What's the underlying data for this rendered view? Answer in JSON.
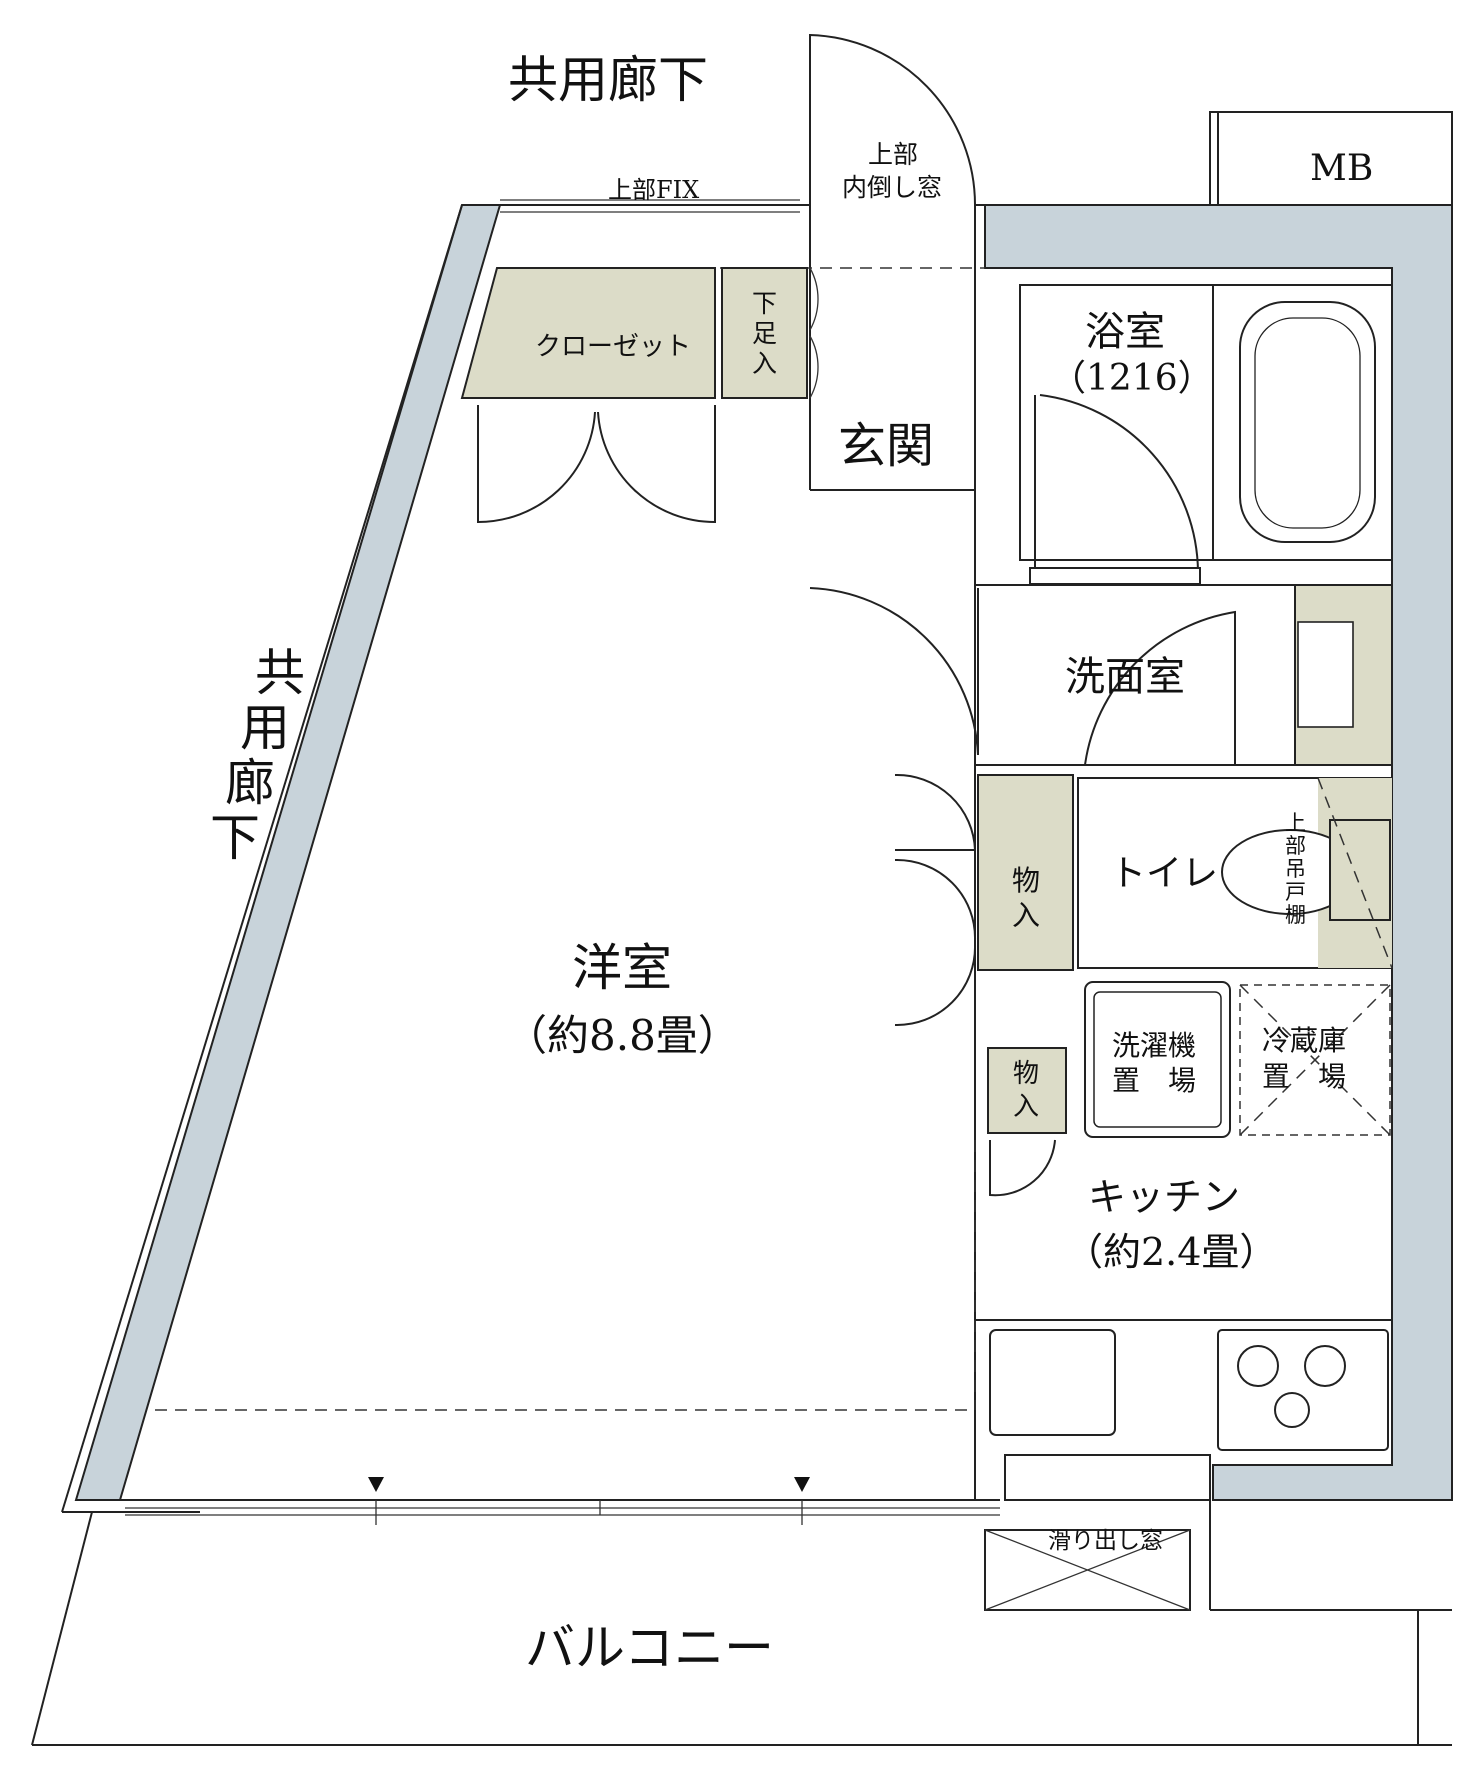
{
  "colors": {
    "wall": "#c8d3da",
    "storage": "#dcdcc8",
    "line": "#222222",
    "background": "#ffffff"
  },
  "labels": {
    "corridor_top": "共用廊下",
    "corridor_left": [
      "共",
      "用",
      "廊",
      "下"
    ],
    "fix_window": "上部FIX",
    "inner_window_line1": "上部",
    "inner_window_line2": "内倒し窓",
    "mb": "MB",
    "closet": "クローゼット",
    "shoe_box": [
      "下",
      "足",
      "入"
    ],
    "entrance": "玄関",
    "bathroom": "浴室",
    "bathroom_size": "（1216）",
    "washroom": "洗面室",
    "toilet": "トイレ",
    "upper_cabinet": [
      "上",
      "部",
      "吊",
      "戸",
      "棚"
    ],
    "storage1": [
      "物",
      "入"
    ],
    "storage2": [
      "物",
      "入"
    ],
    "washer_line1": "洗濯機",
    "washer_line2": "置　場",
    "fridge_line1": "冷蔵庫",
    "fridge_line2": "置　場",
    "western_room": "洋室",
    "western_size": "（約8.8畳）",
    "kitchen": "キッチン",
    "kitchen_size": "（約2.4畳）",
    "slide_window": "滑り出し窓",
    "balcony": "バルコニー"
  }
}
